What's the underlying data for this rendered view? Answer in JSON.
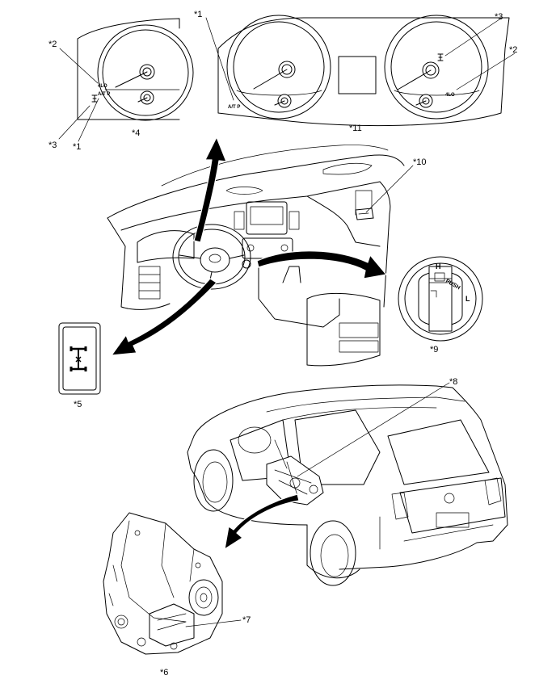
{
  "callouts": [
    {
      "id": "c1a",
      "text": "*1"
    },
    {
      "id": "c2a",
      "text": "*2"
    },
    {
      "id": "c3a",
      "text": "*3"
    },
    {
      "id": "c1b",
      "text": "*1"
    },
    {
      "id": "c4",
      "text": "*4"
    },
    {
      "id": "c1c",
      "text": "*1"
    },
    {
      "id": "c3b",
      "text": "*3"
    },
    {
      "id": "c2b",
      "text": "*2"
    },
    {
      "id": "c11",
      "text": "*11"
    },
    {
      "id": "c10",
      "text": "*10"
    },
    {
      "id": "c9",
      "text": "*9"
    },
    {
      "id": "c5",
      "text": "*5"
    },
    {
      "id": "c8",
      "text": "*8"
    },
    {
      "id": "c7",
      "text": "*7"
    },
    {
      "id": "c6",
      "text": "*6"
    }
  ],
  "indicators": {
    "lo_left": "4LO",
    "atp_left": "A/T P",
    "atp_right": "A/T P",
    "lo_right": "4LO"
  },
  "switch_labels": {
    "h": "H",
    "l": "L",
    "push": "PUSH"
  }
}
